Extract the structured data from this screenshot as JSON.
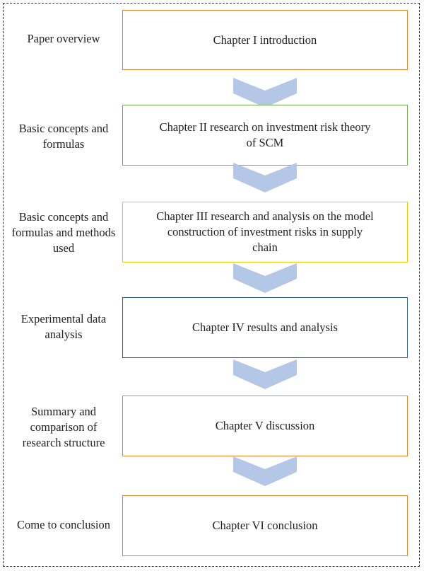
{
  "steps": [
    {
      "label": "Paper overview",
      "chapter": "Chapter I introduction",
      "border_color": "#ED7D31"
    },
    {
      "label": "Basic concepts and formulas",
      "chapter": "Chapter II research on investment risk theory of SCM",
      "border_color": "#70AD47"
    },
    {
      "label": "Basic concepts and formulas and methods used",
      "chapter": "Chapter III research and analysis on the model construction of investment risks in supply chain",
      "border_color": "#FFC000"
    },
    {
      "label": "Experimental data analysis",
      "chapter": "Chapter IV results and analysis",
      "border_color": "#2E5C9A"
    },
    {
      "label": "Summary and comparison of research structure",
      "chapter": "Chapter V discussion",
      "border_color": "#ED7D31"
    },
    {
      "label": "Come to conclusion",
      "chapter": "Chapter VI conclusion",
      "border_color": "#ED7D31"
    }
  ],
  "arrow_color": "#B4C7E7",
  "arrow_icon": "chevron-down-icon"
}
